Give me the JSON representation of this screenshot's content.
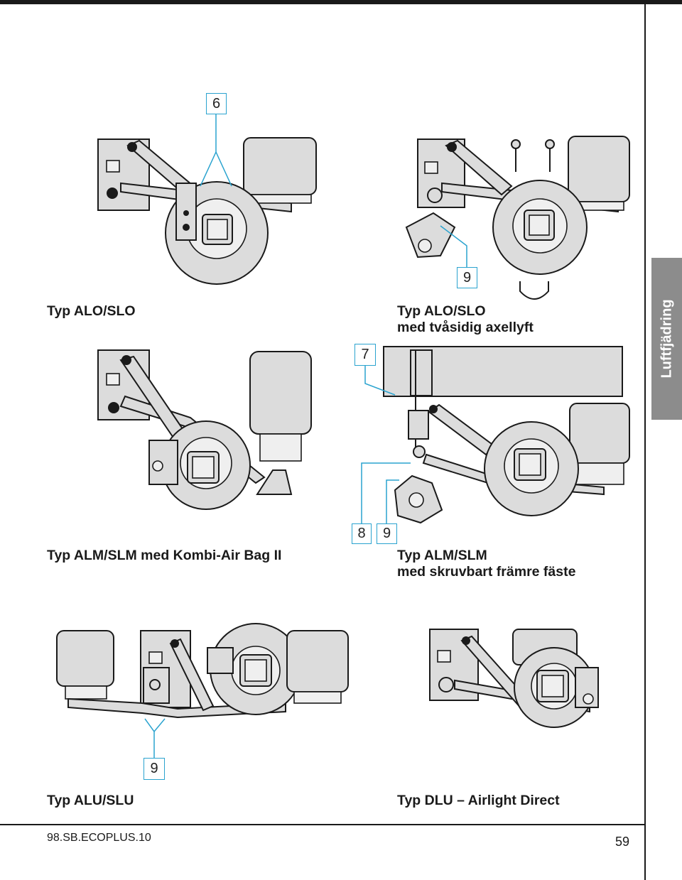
{
  "side_tab": {
    "label": "Luftfjädring"
  },
  "captions": {
    "alo_slo": "Typ ALO/SLO",
    "alo_slo_lift_line1": "Typ ALO/SLO",
    "alo_slo_lift_line2": "med tvåsidig axellyft",
    "alm_slm_kombi": "Typ ALM/SLM med Kombi-Air Bag II",
    "alm_slm_screw_line1": "Typ ALM/SLM",
    "alm_slm_screw_line2": "med skruvbart främre fäste",
    "alu_slu": "Typ ALU/SLU",
    "dlu": "Typ DLU – Airlight Direct"
  },
  "callouts": {
    "c6": "6",
    "c9_top": "9",
    "c7": "7",
    "c8": "8",
    "c9_mid": "9",
    "c9_bottom": "9"
  },
  "footer": {
    "code": "98.SB.ECOPLUS.10",
    "page": "59"
  },
  "colors": {
    "callout_line": "#2aa3cf",
    "tab": "#8c8c8c",
    "part_fill": "#dcdcdc"
  }
}
